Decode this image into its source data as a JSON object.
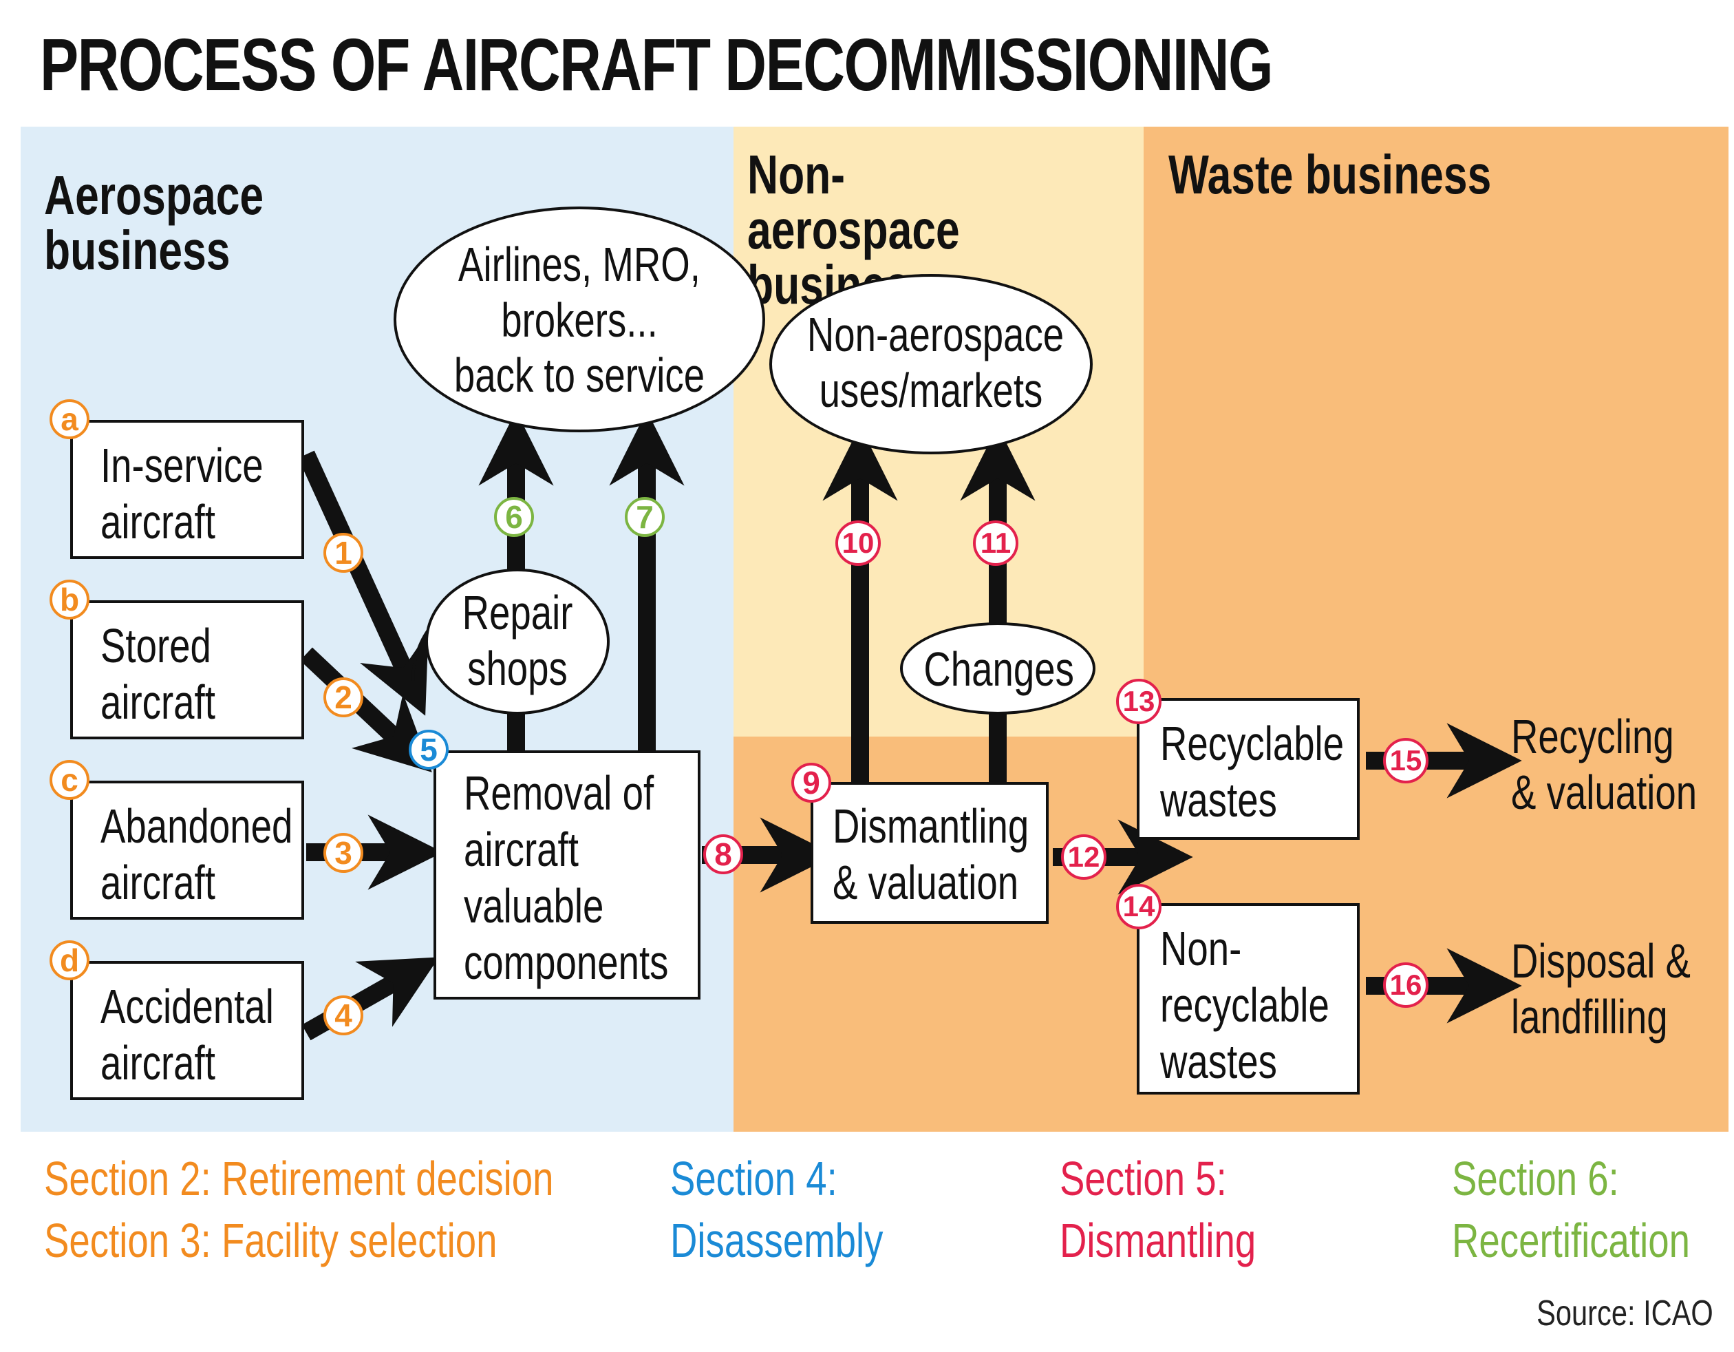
{
  "title": "PROCESS OF AIRCRAFT DECOMMISSIONING",
  "zones": {
    "aerospace": "Aerospace business",
    "non_aerospace": "Non-aerospace business",
    "waste": "Waste business"
  },
  "colors": {
    "aerospace_bg": "#deedf8",
    "non_aerospace_bg": "#fde9b8",
    "waste_bg": "#f9bd7a",
    "orange": "#f28b1f",
    "blue": "#1a8ad6",
    "red": "#e3214c",
    "green": "#7cb542"
  },
  "sources": [
    {
      "letter": "a",
      "line1": "In-service",
      "line2": "aircraft"
    },
    {
      "letter": "b",
      "line1": "Stored",
      "line2": "aircraft"
    },
    {
      "letter": "c",
      "line1": "Abandoned",
      "line2": "aircraft"
    },
    {
      "letter": "d",
      "line1": "Accidental",
      "line2": "aircraft"
    }
  ],
  "nodes": {
    "airlines": {
      "line1": "Airlines, MRO,",
      "line2": "brokers...",
      "line3": "back to service"
    },
    "repair": {
      "line1": "Repair",
      "line2": "shops"
    },
    "removal": {
      "line1": "Removal of",
      "line2": "aircraft",
      "line3": "valuable",
      "line4": "components"
    },
    "non_aero_markets": {
      "line1": "Non-aerospace",
      "line2": "uses/markets"
    },
    "changes": {
      "label": "Changes"
    },
    "dismantling": {
      "line1": "Dismantling",
      "line2": "& valuation"
    },
    "recyclable": {
      "line1": "Recyclable",
      "line2": "wastes"
    },
    "non_recyclable": {
      "line1": "Non-",
      "line2": "recyclable",
      "line3": "wastes"
    },
    "recycling": {
      "line1": "Recycling",
      "line2": "& valuation"
    },
    "disposal": {
      "line1": "Disposal &",
      "line2": "landfilling"
    }
  },
  "steps": [
    "1",
    "2",
    "3",
    "4",
    "5",
    "6",
    "7",
    "8",
    "9",
    "10",
    "11",
    "12",
    "13",
    "14",
    "15",
    "16"
  ],
  "legend": {
    "s2": "Section 2: Retirement decision",
    "s3": "Section 3: Facility selection",
    "s4a": "Section 4:",
    "s4b": "Disassembly",
    "s5a": "Section 5:",
    "s5b": "Dismantling",
    "s6a": "Section 6:",
    "s6b": "Recertification"
  },
  "source": "Source: ICAO"
}
